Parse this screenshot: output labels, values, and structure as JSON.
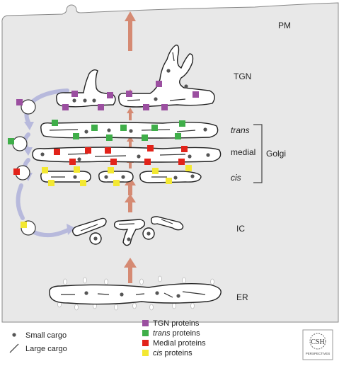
{
  "labels": {
    "pm": "PM",
    "tgn": "TGN",
    "trans": "trans",
    "medial": "medial",
    "cis": "cis",
    "golgi": "Golgi",
    "ic": "IC",
    "er": "ER"
  },
  "legend": {
    "small_cargo": "Small cargo",
    "large_cargo": "Large cargo",
    "tgn_proteins": "TGN proteins",
    "trans_word": "trans",
    "trans_rest": " proteins",
    "medial_proteins": "Medial proteins",
    "cis_word": "cis",
    "cis_rest": " proteins"
  },
  "colors": {
    "tgn": "#9b4fa0",
    "trans": "#3fae49",
    "medial": "#e2231a",
    "cis": "#f3e832",
    "cell": "#e8e8e8",
    "arrow_up": "#d58a73",
    "retro_arrow": "#b7b9dc"
  },
  "logo": {
    "text": "CSH PERSPECTIVES"
  }
}
